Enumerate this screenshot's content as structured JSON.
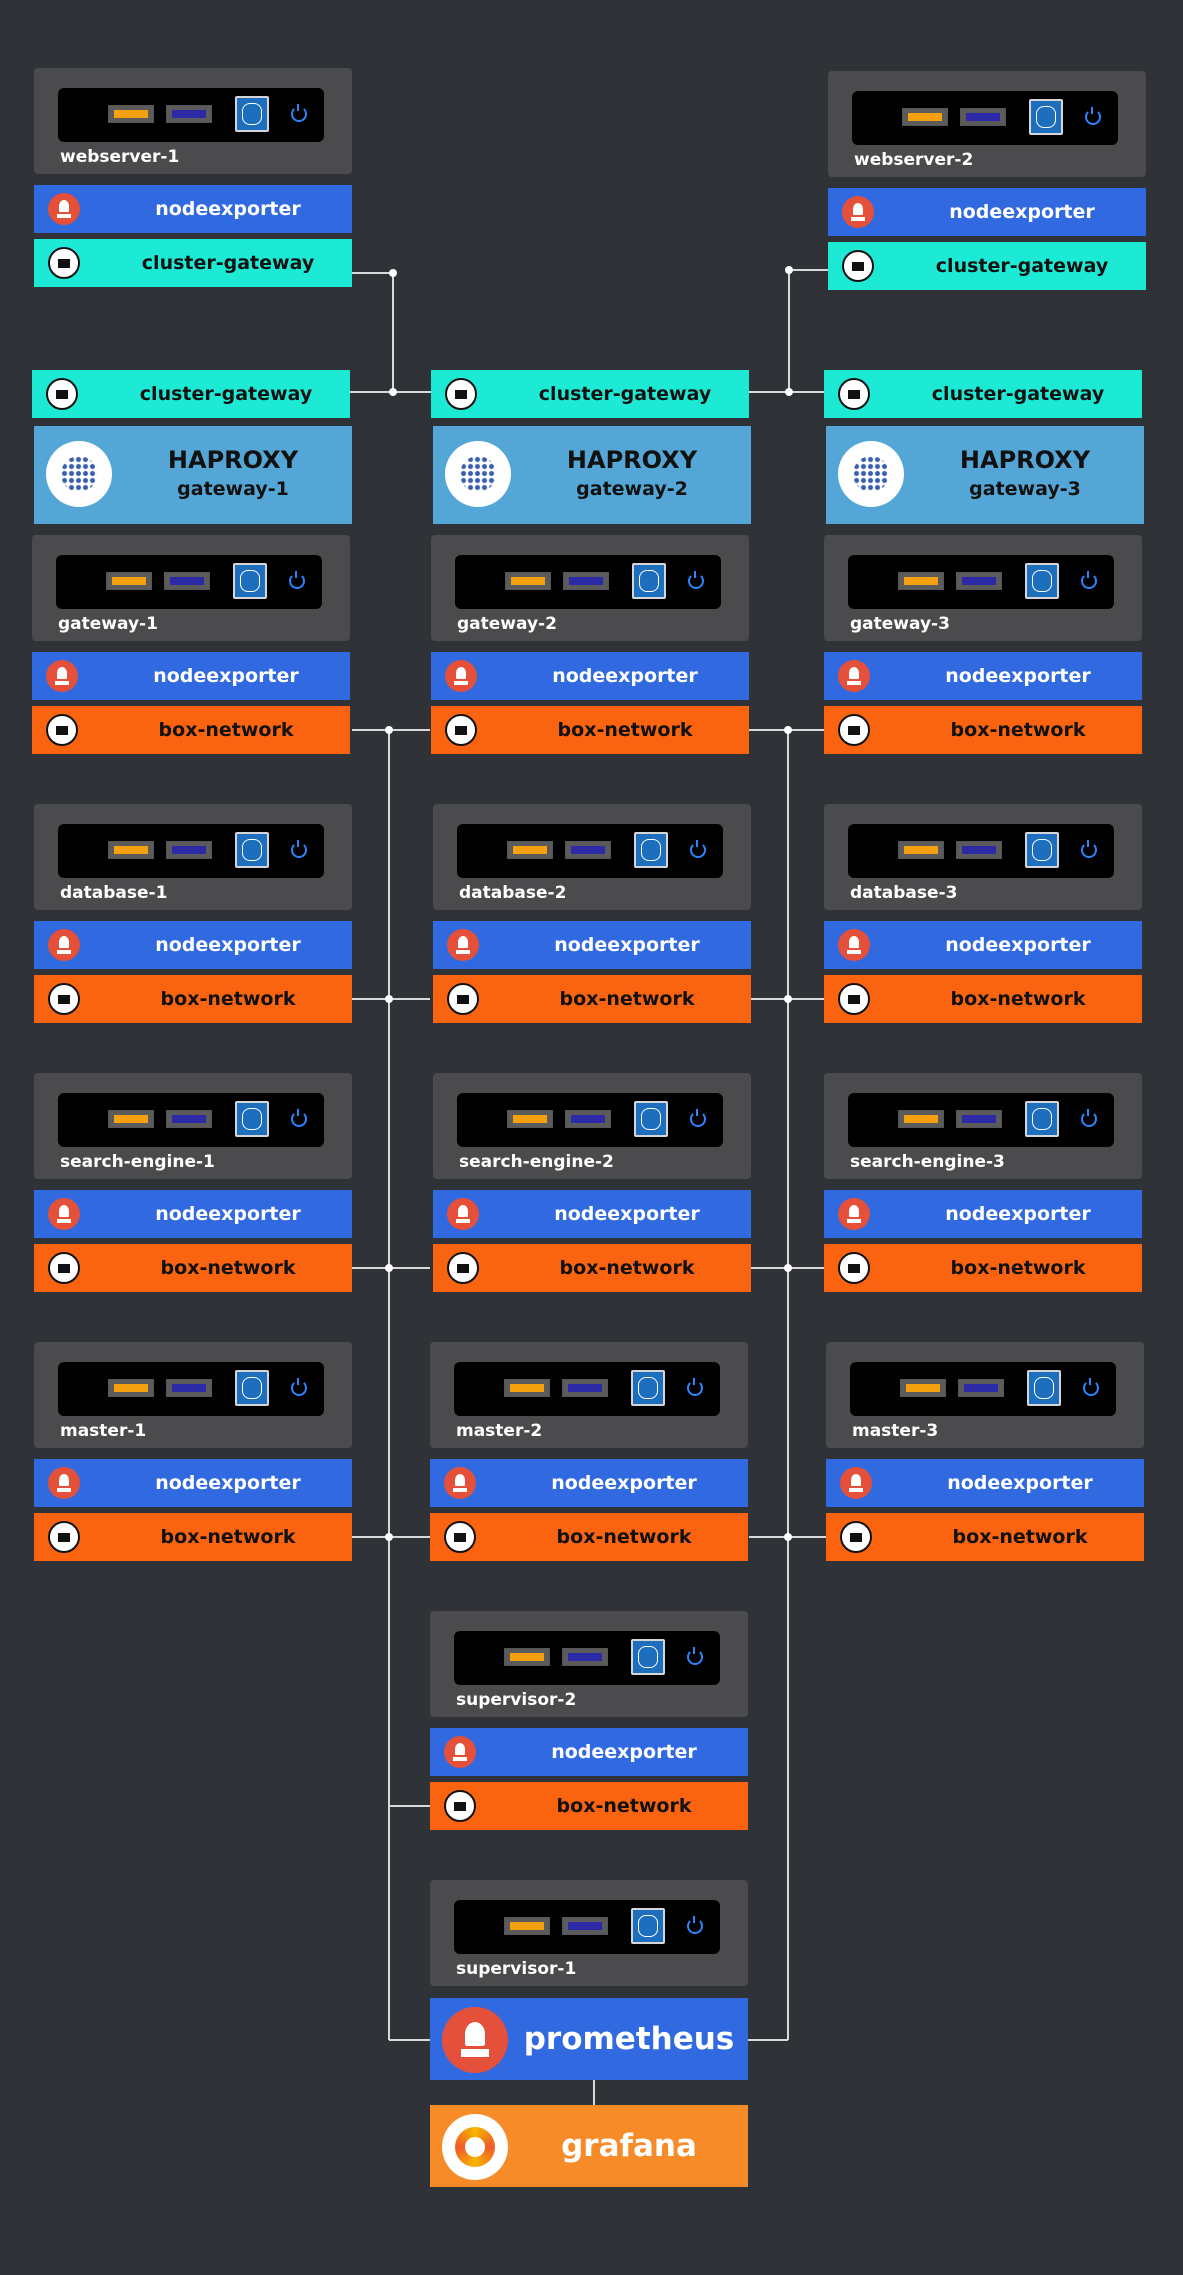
{
  "labels": {
    "nodeexporter": "nodeexporter",
    "box_network": "box-network",
    "cluster_gateway": "cluster-gateway",
    "haproxy": "HAPROXY",
    "prometheus": "prometheus",
    "grafana": "grafana"
  },
  "servers": [
    {
      "name": "webserver-1",
      "bars": [
        "nodeexporter",
        "cluster_gateway"
      ]
    },
    {
      "name": "webserver-2",
      "bars": [
        "nodeexporter",
        "cluster_gateway"
      ]
    },
    {
      "name": "gateway-1",
      "bars": [
        "nodeexporter",
        "box_network"
      ]
    },
    {
      "name": "gateway-2",
      "bars": [
        "nodeexporter",
        "box_network"
      ]
    },
    {
      "name": "gateway-3",
      "bars": [
        "nodeexporter",
        "box_network"
      ]
    },
    {
      "name": "database-1",
      "bars": [
        "nodeexporter",
        "box_network"
      ]
    },
    {
      "name": "database-2",
      "bars": [
        "nodeexporter",
        "box_network"
      ]
    },
    {
      "name": "database-3",
      "bars": [
        "nodeexporter",
        "box_network"
      ]
    },
    {
      "name": "search-engine-1",
      "bars": [
        "nodeexporter",
        "box_network"
      ]
    },
    {
      "name": "search-engine-2",
      "bars": [
        "nodeexporter",
        "box_network"
      ]
    },
    {
      "name": "search-engine-3",
      "bars": [
        "nodeexporter",
        "box_network"
      ]
    },
    {
      "name": "master-1",
      "bars": [
        "nodeexporter",
        "box_network"
      ]
    },
    {
      "name": "master-2",
      "bars": [
        "nodeexporter",
        "box_network"
      ]
    },
    {
      "name": "master-3",
      "bars": [
        "nodeexporter",
        "box_network"
      ]
    },
    {
      "name": "supervisor-2",
      "bars": [
        "nodeexporter",
        "box_network"
      ]
    },
    {
      "name": "supervisor-1",
      "bars": []
    }
  ],
  "haproxy_gateways": [
    {
      "title": "HAPROXY",
      "name": "gateway-1"
    },
    {
      "title": "HAPROXY",
      "name": "gateway-2"
    },
    {
      "title": "HAPROXY",
      "name": "gateway-3"
    }
  ],
  "colors": {
    "background": "#2f3237",
    "server_box": "#4b4b4d",
    "nodeexporter": "#3169e0",
    "box_network": "#fa6410",
    "cluster_gateway": "#1dead4",
    "haproxy": "#53a6d6",
    "prometheus": "#3169e0",
    "grafana": "#f78b28",
    "wire": "#d8d8d8"
  },
  "icons": {
    "nodeexporter": "prometheus-torch-icon",
    "box_network": "ethernet-port-icon",
    "cluster_gateway": "ethernet-port-icon",
    "haproxy": "haproxy-logo-icon",
    "prometheus": "prometheus-torch-icon",
    "grafana": "grafana-logo-icon"
  }
}
